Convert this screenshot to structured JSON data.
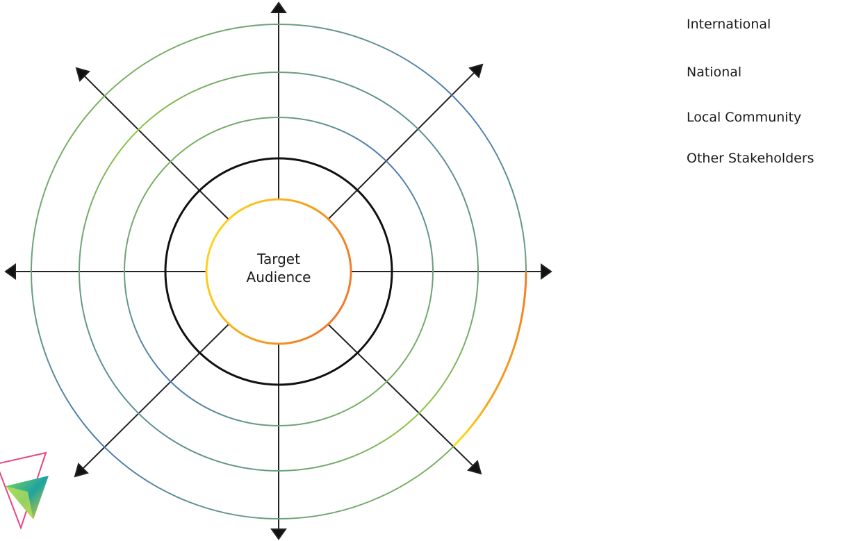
{
  "diagram": {
    "center_label_lines": [
      "Target",
      "Audience"
    ],
    "rings": [
      {
        "label": "Other Stakeholders"
      },
      {
        "label": "Local Community"
      },
      {
        "label": "National"
      },
      {
        "label": "International"
      }
    ],
    "colors": {
      "green": "#8cc63f",
      "blue": "#4a78b8",
      "black": "#111111",
      "yellow": "#ffe21a",
      "orange": "#f07c28",
      "pink": "#e8457f"
    },
    "decor_icon": "triangle-logo-icon"
  }
}
